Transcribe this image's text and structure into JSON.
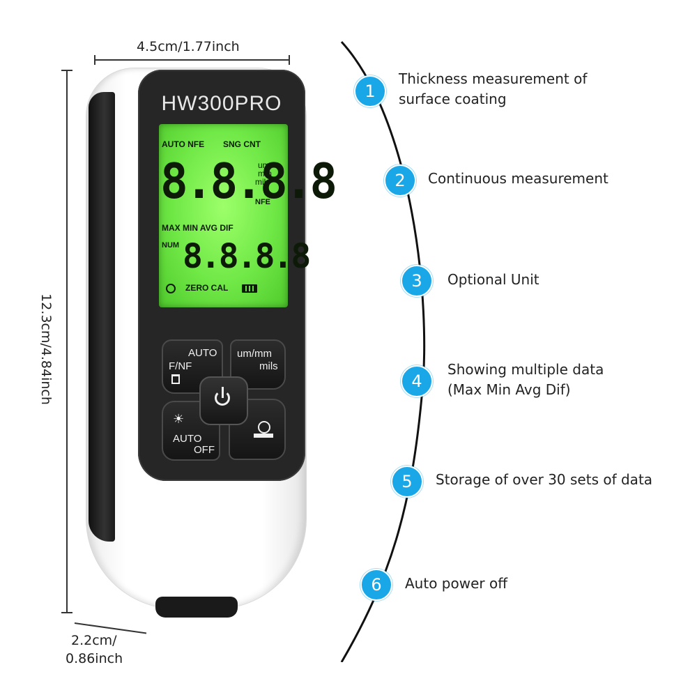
{
  "dimensions": {
    "width": "4.5cm/1.77inch",
    "height": "12.3cm/4.84inch",
    "depth_line1": "2.2cm/",
    "depth_line2": "0.86inch"
  },
  "device": {
    "model": "HW300PRO",
    "lcd": {
      "top_left": "AUTO NFE",
      "top_right": "SNG CNT",
      "main_digits": "8.8.8.8",
      "unit_um": "um",
      "unit_mm": "mm",
      "unit_mils": "mils",
      "unit_nfe": "NFE",
      "stats_row": "MAX MIN AVG DIF",
      "num_label": "NUM",
      "secondary_digits": "8.8.8.8",
      "zero_cal": "ZERO CAL"
    },
    "buttons": {
      "auto": "AUTO",
      "fnf": "F/NF",
      "units_top": "um/mm",
      "units_bottom": "mils",
      "auto_off_top": "AUTO",
      "auto_off_bottom": "OFF"
    }
  },
  "features": [
    {
      "number": "1",
      "lines": [
        "Thickness measurement of",
        "surface coating"
      ]
    },
    {
      "number": "2",
      "lines": [
        "Continuous measurement"
      ]
    },
    {
      "number": "3",
      "lines": [
        "Optional Unit"
      ]
    },
    {
      "number": "4",
      "lines": [
        "Showing multiple data",
        "(Max Min Avg Dif)"
      ]
    },
    {
      "number": "5",
      "lines": [
        "Storage of over 30 sets of data"
      ]
    },
    {
      "number": "6",
      "lines": [
        "Auto power off"
      ]
    }
  ],
  "colors": {
    "accent": "#1aa7e8",
    "lcd_green": "#7cf04f",
    "device_black": "#262626"
  }
}
